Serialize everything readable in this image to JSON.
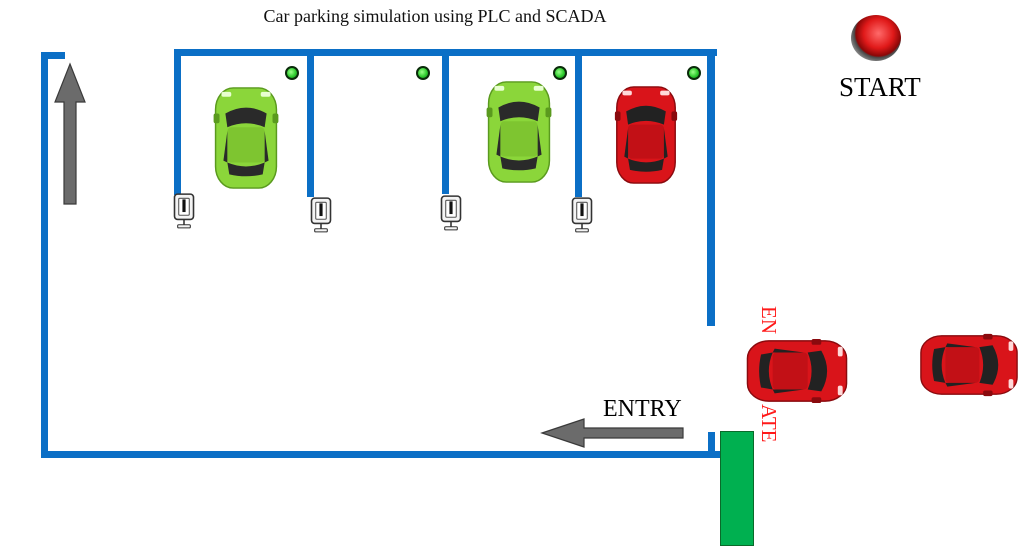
{
  "title": "Car parking simulation using PLC and SCADA",
  "start_button": {
    "label": "START"
  },
  "entry": {
    "label": "ENTRY"
  },
  "gate": {
    "label_top": "EN",
    "label_bottom": "ATE"
  },
  "colors": {
    "wall": "#0b6fc6",
    "occupied_car_green": "#8bd63a",
    "car_red": "#d9141a",
    "gate": "#00b050",
    "lamp": "#2ecc2e",
    "gate_text": "#ff1a1a"
  },
  "parking_slots": [
    {
      "slot": 1,
      "status": "occupied",
      "car_color": "green",
      "lamp": "on"
    },
    {
      "slot": 2,
      "status": "empty",
      "lamp": "on"
    },
    {
      "slot": 3,
      "status": "occupied",
      "car_color": "green",
      "lamp": "on"
    },
    {
      "slot": 4,
      "status": "occupied",
      "car_color": "red",
      "lamp": "on"
    }
  ],
  "queue_cars": [
    {
      "position": "at-gate",
      "car_color": "red"
    },
    {
      "position": "waiting",
      "car_color": "red"
    }
  ],
  "icons": {
    "exit_arrow": "arrow-up-icon",
    "entry_arrow": "arrow-left-icon",
    "sensor": "proximity-sensor-icon"
  }
}
